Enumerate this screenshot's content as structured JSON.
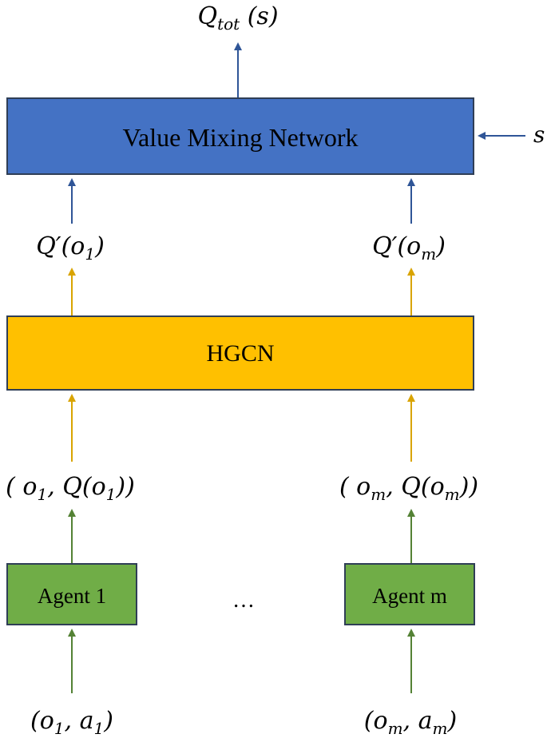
{
  "title": {
    "prefix": "Q",
    "sub": "tot",
    "suffix": " (s)"
  },
  "mixer": {
    "label": "Value Mixing Network",
    "fill": "#4472C4",
    "input_label": "s"
  },
  "q_prime_left": {
    "prefix": "Q′(o",
    "sub": "1",
    "suffix": ")"
  },
  "q_prime_right": {
    "prefix": "Q′(o",
    "sub": "m",
    "suffix": ")"
  },
  "hgcn": {
    "label": "HGCN",
    "fill": "#FFC000"
  },
  "pair_left": {
    "t1": "( o",
    "s1": "1",
    "t2": ", Q(o",
    "s2": "1",
    "t3": "))"
  },
  "pair_right": {
    "t1": "( o",
    "s1": "m",
    "t2": ", Q(o",
    "s2": "m",
    "t3": "))"
  },
  "agents": [
    {
      "label": "Agent 1"
    },
    {
      "label": "Agent m"
    }
  ],
  "ellipsis": "…",
  "input_left": {
    "t1": "(o",
    "s1": "1",
    "t2": ", a",
    "s2": "1",
    "t3": ")"
  },
  "input_right": {
    "t1": "(o",
    "s1": "m",
    "t2": ", a",
    "s2": "m",
    "t3": ")"
  },
  "colors": {
    "blue_arrow": "#2F5597",
    "gold_arrow": "#D9A400",
    "green_arrow": "#548235",
    "agent_fill": "#70AD47",
    "border": "#2F3E56"
  }
}
